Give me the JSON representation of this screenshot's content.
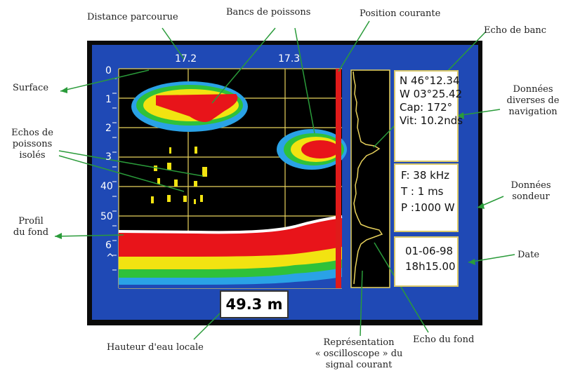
{
  "screen": {
    "distance_ticks": [
      "17.2",
      "17.3"
    ],
    "depth_ticks": [
      "0",
      "1",
      "2",
      "3",
      "40",
      "50",
      "6"
    ],
    "depth_bottom_symbol": "^",
    "local_depth": "49.3 m",
    "colors": {
      "frame": "#0a0a0a",
      "background": "#1f49b5",
      "echogram": "#000000",
      "grid": "#e8d25c",
      "cursor": "#e01a1a",
      "echo_strong": "#e8141a",
      "echo_medium": "#f2e311",
      "echo_weak1": "#2fc13a",
      "echo_weak2": "#2aa2e6",
      "trace": "#e8d25c"
    }
  },
  "nav_data": [
    "N 46°12.34",
    "W 03°25.42",
    "Cap: 172°",
    "Vit: 10.2nds"
  ],
  "sounder_data": [
    "F: 38 kHz",
    "T : 1 ms",
    "P :1000 W"
  ],
  "date_data": [
    "01-06-98",
    "18h15.00"
  ],
  "labels": {
    "distance": "Distance parcourue",
    "fish_schools": "Bancs de poissons",
    "current_position": "Position courante",
    "school_echo": "Echo de banc",
    "surface": "Surface",
    "isolated_fish": [
      "Echos de",
      "poissons",
      "isolés"
    ],
    "bottom_profile": [
      "Profil",
      "du fond"
    ],
    "nav_data": [
      "Données",
      "diverses de",
      "navigation"
    ],
    "sounder_data": [
      "Données",
      "sondeur"
    ],
    "date": "Date",
    "water_height": "Hauteur d'eau locale",
    "oscilloscope": [
      "Représentation",
      "« oscilloscope » du",
      "signal courant"
    ],
    "bottom_echo": "Echo du fond"
  }
}
